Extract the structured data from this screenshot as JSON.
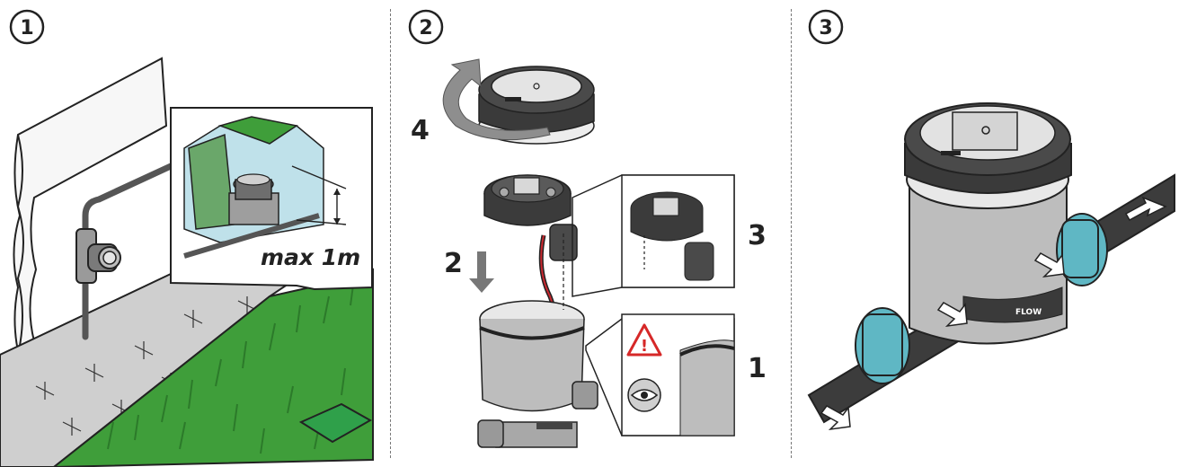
{
  "panels": [
    {
      "step": "1",
      "inset_label": "max 1m"
    },
    {
      "step": "2",
      "labels": [
        "4",
        "3",
        "2",
        "1"
      ],
      "warning_symbol": "!"
    },
    {
      "step": "3"
    }
  ],
  "product_marks": {
    "flow": "FLOW"
  },
  "colors": {
    "grass": "#3f9e3a",
    "grass_dark": "#2c7a2a",
    "paving": "#c9c9c9",
    "ice_blue": "#bfe1ea",
    "connector_teal": "#5fb7c4",
    "body_grey": "#bdbdbd",
    "cap_dark": "#3a3a3a",
    "warning_red": "#d62828",
    "outline": "#222222"
  },
  "icons": [
    "warning-triangle-icon",
    "eye-icon",
    "rotate-arrow-icon",
    "down-arrow-icon",
    "flow-arrow-icon"
  ]
}
